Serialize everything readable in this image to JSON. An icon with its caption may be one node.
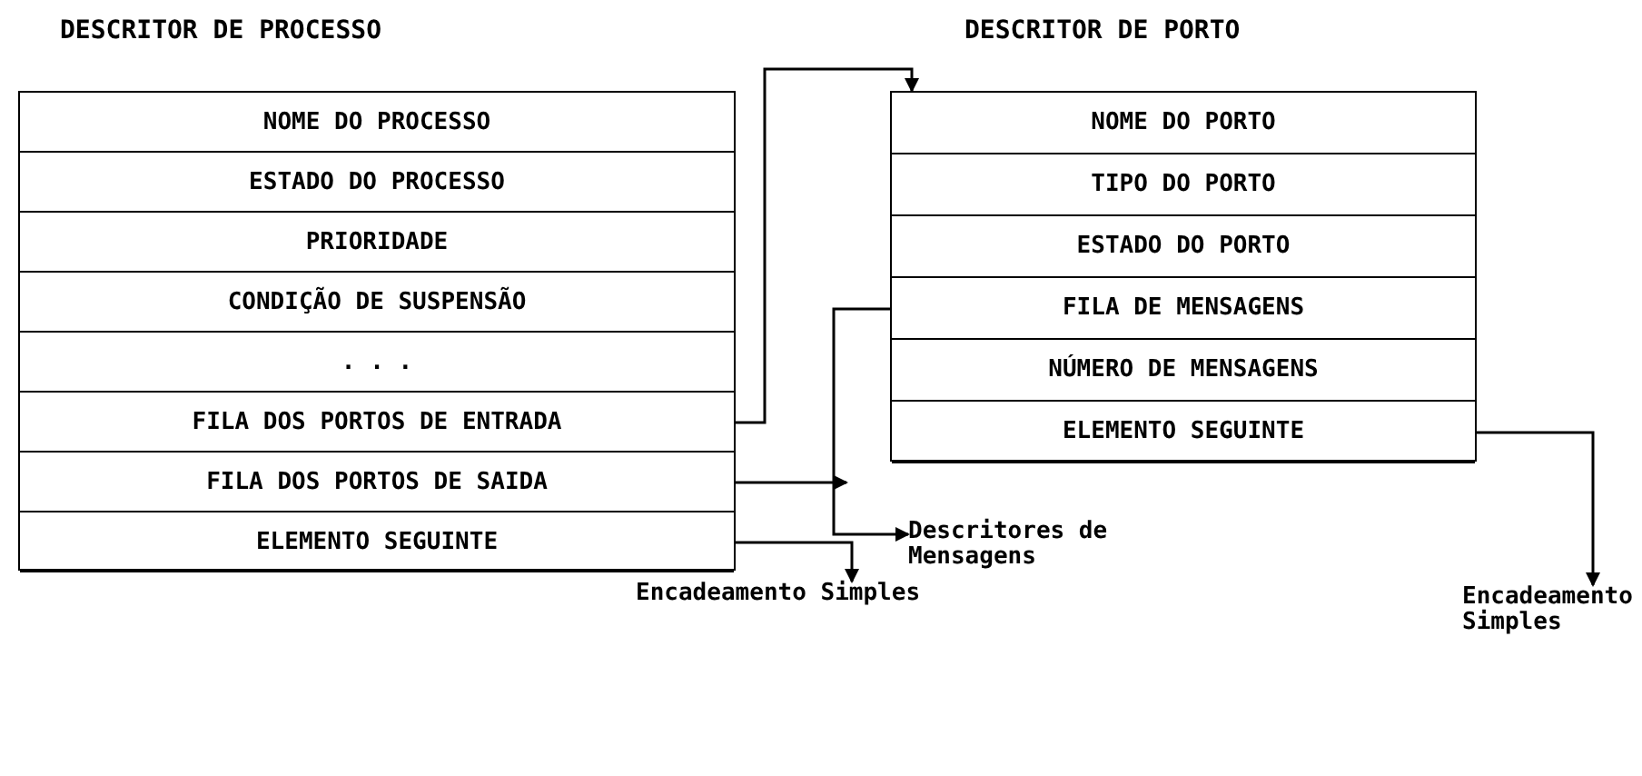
{
  "diagram": {
    "nodes": [
      {
        "text": [
          "DESCRITOR DE PROCESSO"
        ]
      },
      {
        "text": [
          "NOME DO PROCESSO"
        ],
        "in": 0
      },
      {
        "text": [
          "ESTADO DO PROCESSO"
        ],
        "in": 0
      },
      {
        "text": [
          "PRIORIDADE"
        ],
        "in": 0
      },
      {
        "text": [
          "CONDIÇÃO DE SUSPENSÃO"
        ],
        "in": 0
      },
      {
        "text": [
          ". . ."
        ],
        "in": 0
      },
      {
        "text": [
          "FILA DOS PORTOS DE ENTRADA"
        ],
        "in": 0
      },
      {
        "text": [
          "FILA DOS PORTOS DE SAIDA"
        ],
        "in": 0
      },
      {
        "text": [
          "ELEMENTO SEGUINTE"
        ],
        "in": 0
      },
      {
        "text": [
          "DESCRITOR DE PORTO"
        ]
      },
      {
        "text": [
          "NOME DO PORTO"
        ],
        "in": 9
      },
      {
        "text": [
          "TIPO DO PORTO"
        ],
        "in": 9
      },
      {
        "text": [
          "ESTADO DO PORTO"
        ],
        "in": 9
      },
      {
        "text": [
          "FILA DE MENSAGENS"
        ],
        "in": 9
      },
      {
        "text": [
          "NÚMERO DE MENSAGENS"
        ],
        "in": 9
      },
      {
        "text": [
          "ELEMENTO SEGUINTE"
        ],
        "in": 9
      },
      {
        "text": [
          "Descritores de Mensagens"
        ]
      },
      {
        "text": [
          "Encadeamento Simples"
        ]
      },
      {
        "text": [
          "Encadeamento Simples"
        ]
      }
    ],
    "edges": [
      {
        "from": 6,
        "to": 9,
        "arrow": "to"
      },
      {
        "from": 7,
        "to": null,
        "arrow": "to"
      },
      {
        "from": 8,
        "to": 17,
        "arrow": "to"
      },
      {
        "from": 13,
        "to": 16,
        "arrow": "to"
      },
      {
        "from": 15,
        "to": 18,
        "arrow": "to"
      }
    ]
  }
}
